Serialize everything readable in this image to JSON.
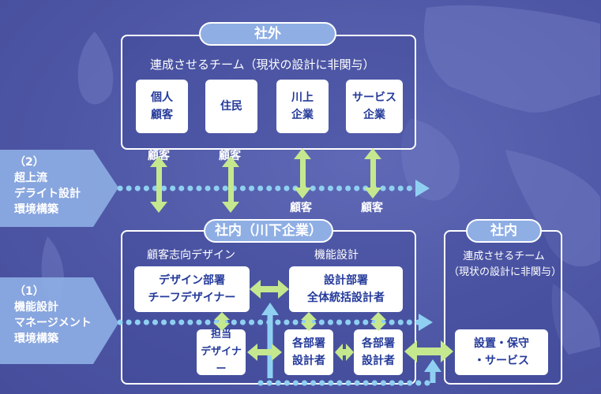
{
  "outside": {
    "title": "社外",
    "subtitle": "連成させるチーム（現状の設計に非関与）",
    "boxes": [
      "個人\n顧客",
      "住民",
      "川上\n企業",
      "サービス\n企業"
    ],
    "arrow_labels": [
      "顧客",
      "顧客",
      "顧客",
      "顧客"
    ]
  },
  "upper_level": {
    "number": "（2）",
    "text": "超上流\nデライト設計\n環境構築"
  },
  "lower_level": {
    "number": "（1）",
    "text": "機能設計\nマネージメント\n環境構築"
  },
  "inside": {
    "title": "社内（川下企業）",
    "left_heading": "顧客志向デザイン",
    "right_heading": "機能設計",
    "design_dept": "デザイン部署\nチーフデザイナー",
    "design_staff": "担当\nデザイナー",
    "eng_dept": "設計部署\n全体統括設計者",
    "eng_staff_a": "各部署\n設計者",
    "eng_staff_b": "各部署\n設計者"
  },
  "inside_right": {
    "title": "社内",
    "subtitle": "連成させるチーム\n（現状の設計に非関与）",
    "box": "設置・保守\n・サービス"
  },
  "colors": {
    "background": "#4f58a6",
    "pill": "#8eaee4",
    "arrow_green": "#c5e88f",
    "dotted_blue": "#8fd0f2",
    "box_text": "#243a9a"
  }
}
